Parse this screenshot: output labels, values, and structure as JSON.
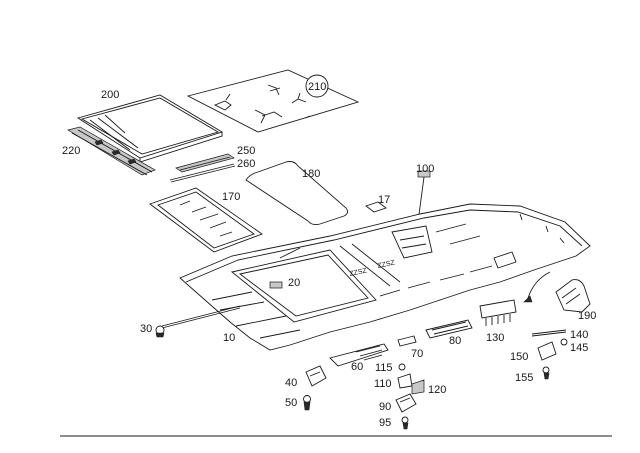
{
  "labels": {
    "p200": "200",
    "p210": "210",
    "p220": "220",
    "p250": "250",
    "p260": "260",
    "p180": "180",
    "p100": "100",
    "p170": "170",
    "p17": "17",
    "p20": "20",
    "p30": "30",
    "p10": "10",
    "p130": "130",
    "p80": "80",
    "p70": "70",
    "p60": "60",
    "p190": "190",
    "p140": "140",
    "p145": "145",
    "p150": "150",
    "p155": "155",
    "p115": "115",
    "p110": "110",
    "p120": "120",
    "p40": "40",
    "p50": "50",
    "p90": "90",
    "p95": "95"
  },
  "colors": {
    "line": "#1a1a1a",
    "background": "#ffffff",
    "fill_grey": "#c8c8c8"
  }
}
